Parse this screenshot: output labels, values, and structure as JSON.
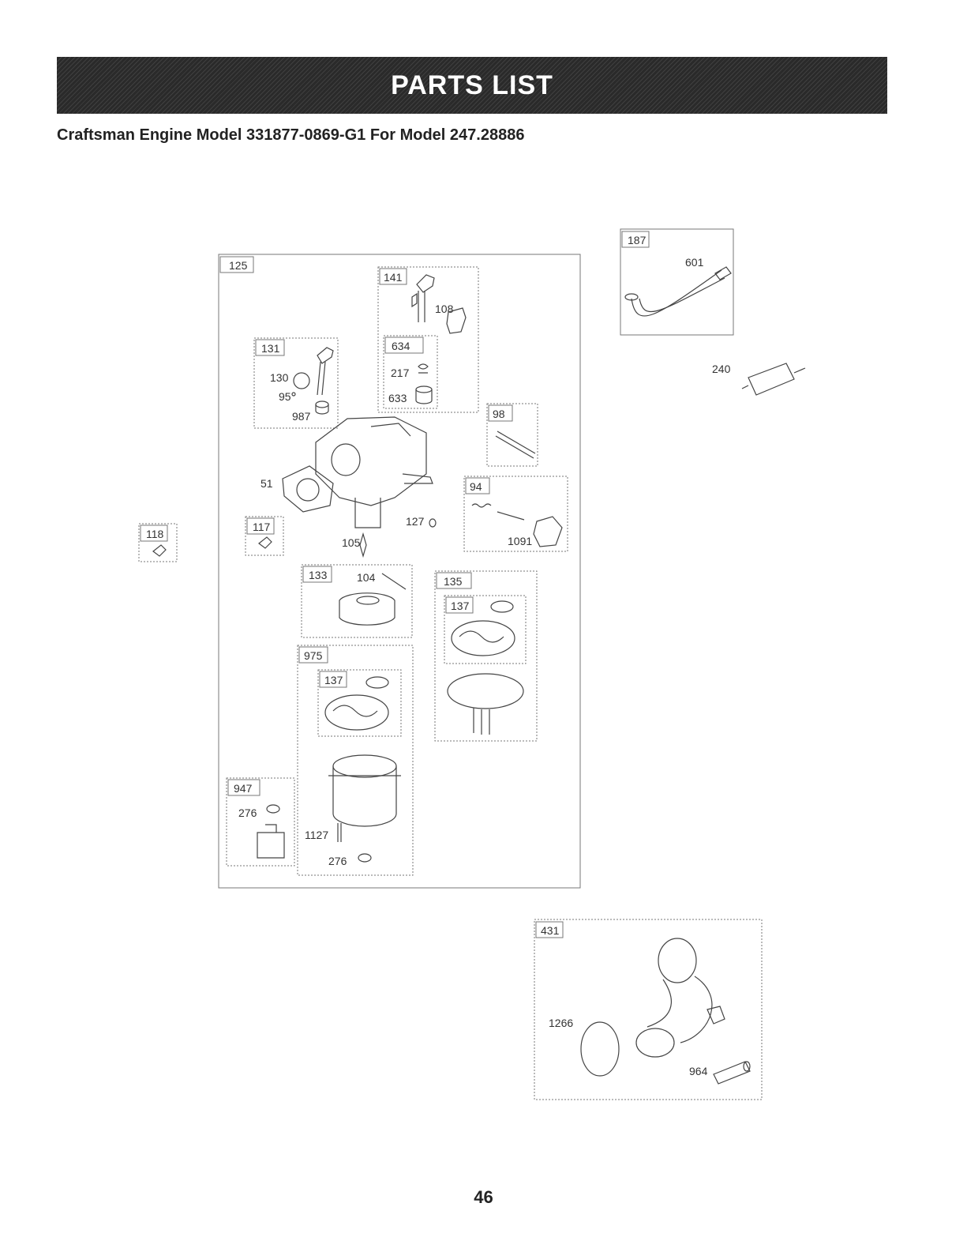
{
  "page": {
    "banner_title": "PARTS LIST",
    "subtitle": "Craftsman Engine Model 331877-0869-G1 For Model 247.28886",
    "page_number": "46"
  },
  "boxes": {
    "b125": "125",
    "b141": "141",
    "b634": "634",
    "b131": "131",
    "b98": "98",
    "b94": "94",
    "b117": "117",
    "b118": "118",
    "b133": "133",
    "b135": "135",
    "b137a": "137",
    "b975": "975",
    "b137b": "137",
    "b947": "947",
    "b187": "187",
    "b431": "431"
  },
  "labels": {
    "l108": "108",
    "l217": "217",
    "l633": "633",
    "l130": "130",
    "l95": "95",
    "l987": "987",
    "l51": "51",
    "l127": "127",
    "l105": "105",
    "l1091": "1091",
    "l104": "104",
    "l276a": "276",
    "l1127": "1127",
    "l276b": "276",
    "l601": "601",
    "l240": "240",
    "l1266": "1266",
    "l964": "964"
  }
}
